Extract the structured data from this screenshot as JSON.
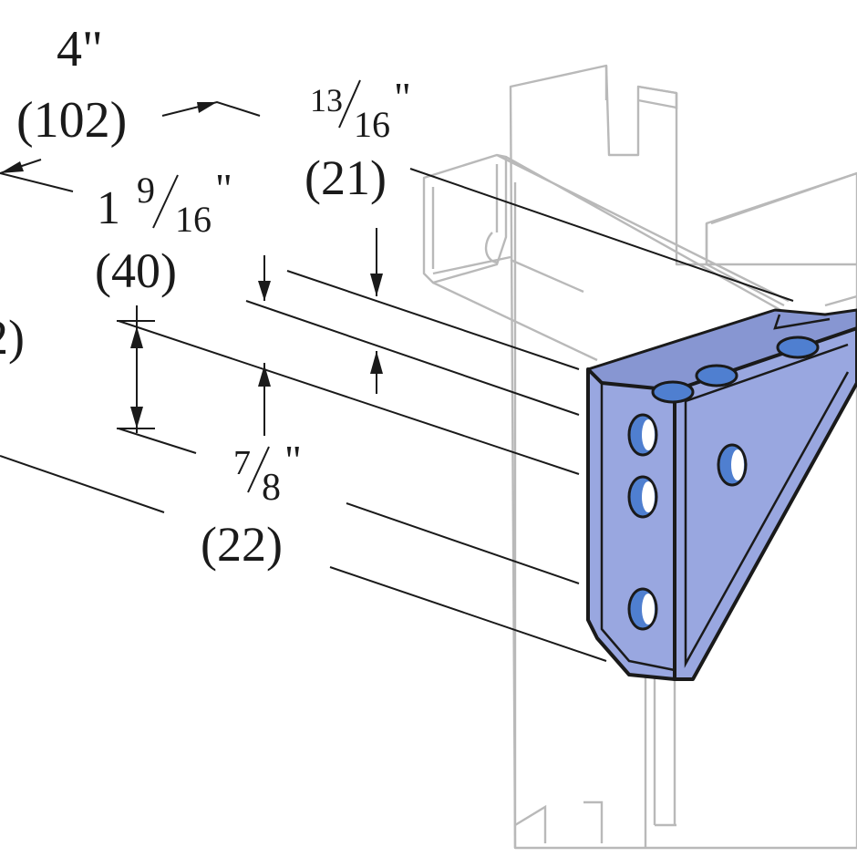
{
  "dimensions": {
    "width_imperial": "4\"",
    "width_metric": "(102)",
    "edge_offset_imperial_whole": "1",
    "edge_offset_imperial_num": "9",
    "edge_offset_imperial_den": "16",
    "edge_offset_imperial_unit": "\"",
    "edge_offset_metric": "(40)",
    "hole_offset_imperial_num": "13",
    "hole_offset_imperial_den": "16",
    "hole_offset_imperial_unit": "\"",
    "hole_offset_metric": "(21)",
    "hole_dia_imperial_num": "7",
    "hole_dia_imperial_den": "8",
    "hole_dia_imperial_unit": "\"",
    "hole_dia_metric": "(22)",
    "cut_left_metric": "2)"
  },
  "colors": {
    "plate": "#99a7e0",
    "hole": "#4f7fd0",
    "channel": "#b9b9b9",
    "ink": "#1a1a1a"
  }
}
